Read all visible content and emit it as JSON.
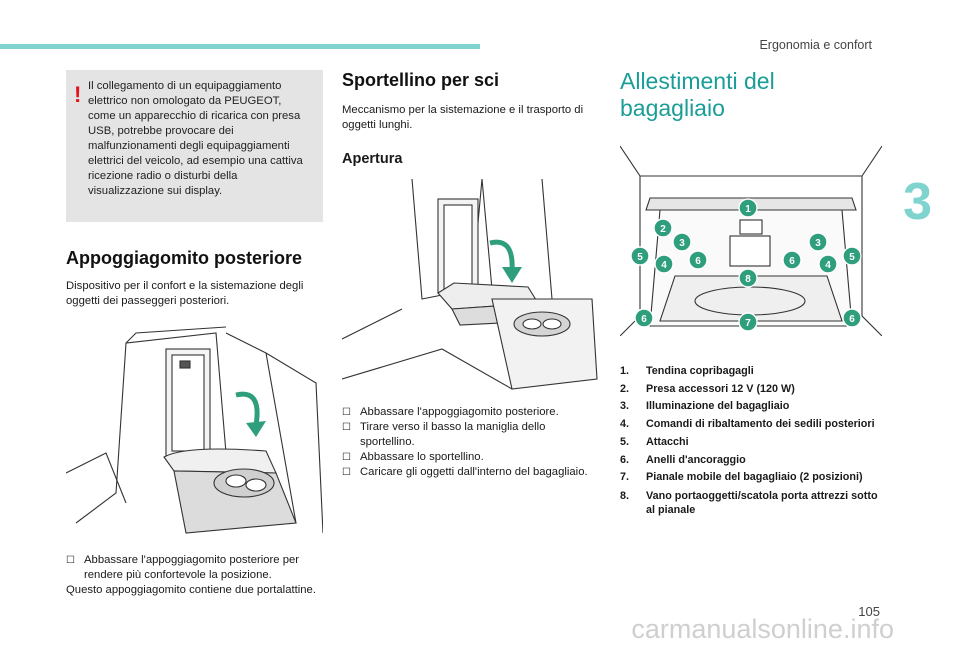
{
  "header": {
    "title": "Ergonomia e confort",
    "chapter": "3"
  },
  "page_number": "105",
  "watermark": "carmanualsonline.info",
  "warning": {
    "mark": "!",
    "text": "Il collegamento di un equipaggiamento elettrico non omologato da PEUGEOT, come un apparecchio di ricarica con presa USB, potrebbe provocare dei malfunzionamenti degli equipaggiamenti elettrici del veicolo, ad esempio una cattiva ricezione radio o disturbi della visualizzazione sui display."
  },
  "armrest": {
    "title": "Appoggiagomito posteriore",
    "intro": "Dispositivo per il confort e la sistemazione degli oggetti dei passeggeri posteriori.",
    "step": "Abbassare l'appoggiagomito posteriore per rendere più confortevole la posizione.",
    "note": "Questo appoggiagomito contiene due portalattine."
  },
  "ski": {
    "title": "Sportellino per sci",
    "intro": "Meccanismo per la sistemazione e il trasporto di oggetti lunghi.",
    "subtitle": "Apertura",
    "steps": [
      "Abbassare l'appoggiagomito posteriore.",
      "Tirare verso il basso la maniglia dello sportellino.",
      "Abbassare lo sportellino.",
      "Caricare gli oggetti dall'interno del bagagliaio."
    ]
  },
  "boot": {
    "title": "Allestimenti del bagagliaio",
    "items": [
      {
        "n": "1.",
        "label": "Tendina copribagagli"
      },
      {
        "n": "2.",
        "label": "Presa accessori 12 V (120 W)"
      },
      {
        "n": "3.",
        "label": "Illuminazione del bagagliaio"
      },
      {
        "n": "4.",
        "label": "Comandi di ribaltamento dei sedili posteriori"
      },
      {
        "n": "5.",
        "label": "Attacchi"
      },
      {
        "n": "6.",
        "label": "Anelli d'ancoraggio"
      },
      {
        "n": "7.",
        "label": "Pianale mobile del bagagliaio (2 posizioni)"
      },
      {
        "n": "8.",
        "label": "Vano portaoggetti/scatola porta attrezzi sotto al pianale"
      }
    ],
    "callouts": [
      "1",
      "2",
      "3",
      "3",
      "5",
      "4",
      "6",
      "6",
      "4",
      "5",
      "8",
      "6",
      "7",
      "6"
    ]
  },
  "colors": {
    "accent": "#7fd4d0",
    "title_teal": "#1a9d97",
    "warning_red": "#e1141c",
    "callout_green": "#2e9e7c",
    "box_grey": "#e4e4e4"
  }
}
